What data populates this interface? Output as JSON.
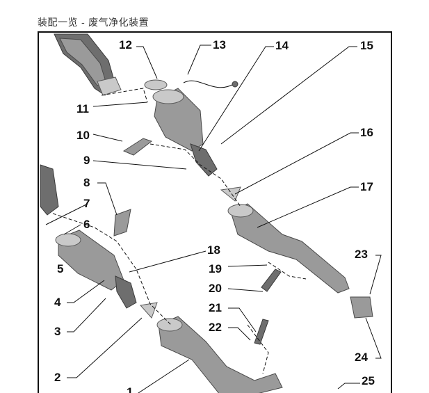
{
  "page": {
    "title": "装配一览 - 废气净化装置"
  },
  "callouts": [
    "1",
    "2",
    "3",
    "4",
    "5",
    "6",
    "7",
    "8",
    "9",
    "10",
    "11",
    "12",
    "13",
    "14",
    "15",
    "16",
    "17",
    "18",
    "19",
    "20",
    "21",
    "22",
    "23",
    "24",
    "25"
  ],
  "colors": {
    "frame": "#111111",
    "part_fill": "#9a9a9a",
    "part_dark": "#6e6e6e",
    "text": "#111111"
  }
}
